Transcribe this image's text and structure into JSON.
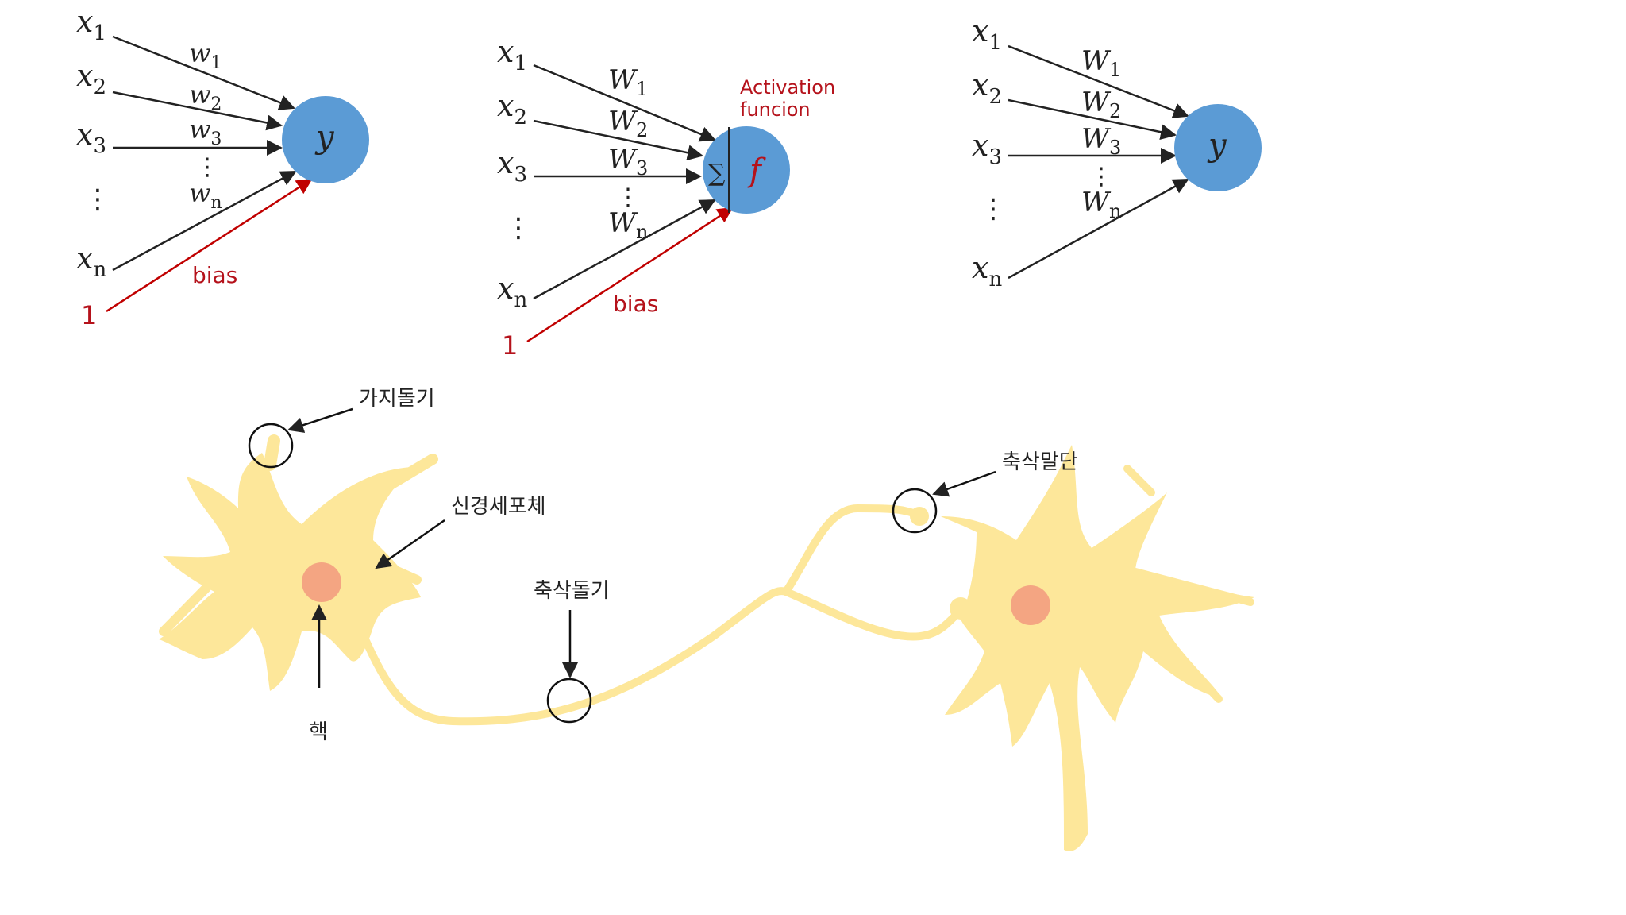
{
  "colors": {
    "node": "#5b9bd5",
    "accent": "#c00000",
    "neuron": "#fde79a",
    "nucleus": "#f4a582",
    "ink": "#222222"
  },
  "diagram1": {
    "inputs": [
      "x",
      "x",
      "x",
      "x"
    ],
    "input_subs": [
      "1",
      "2",
      "3",
      "n"
    ],
    "weights": [
      "w",
      "w",
      "w",
      "w"
    ],
    "weight_subs": [
      "1",
      "2",
      "3",
      "n"
    ],
    "vdots": "⋮",
    "output": "y",
    "bias_input": "1",
    "bias_label": "bias"
  },
  "diagram2": {
    "inputs": [
      "x",
      "x",
      "x",
      "x"
    ],
    "input_subs": [
      "1",
      "2",
      "3",
      "n"
    ],
    "weights": [
      "W",
      "W",
      "W",
      "W"
    ],
    "weight_subs": [
      "1",
      "2",
      "3",
      "n"
    ],
    "vdots": "⋮",
    "sum_symbol": "∑",
    "function_symbol": "f",
    "activation_line1": "Activation",
    "activation_line2": "funcion",
    "bias_input": "1",
    "bias_label": "bias"
  },
  "diagram3": {
    "inputs": [
      "x",
      "x",
      "x",
      "x"
    ],
    "input_subs": [
      "1",
      "2",
      "3",
      "n"
    ],
    "weights": [
      "W",
      "W",
      "W",
      "W"
    ],
    "weight_subs": [
      "1",
      "2",
      "3",
      "n"
    ],
    "vdots": "⋮",
    "output": "y"
  },
  "neuron_labels": {
    "dendrite": "가지돌기",
    "cell_body": "신경세포체",
    "nucleus": "핵",
    "axon": "축삭돌기",
    "axon_terminal": "축삭말단"
  }
}
